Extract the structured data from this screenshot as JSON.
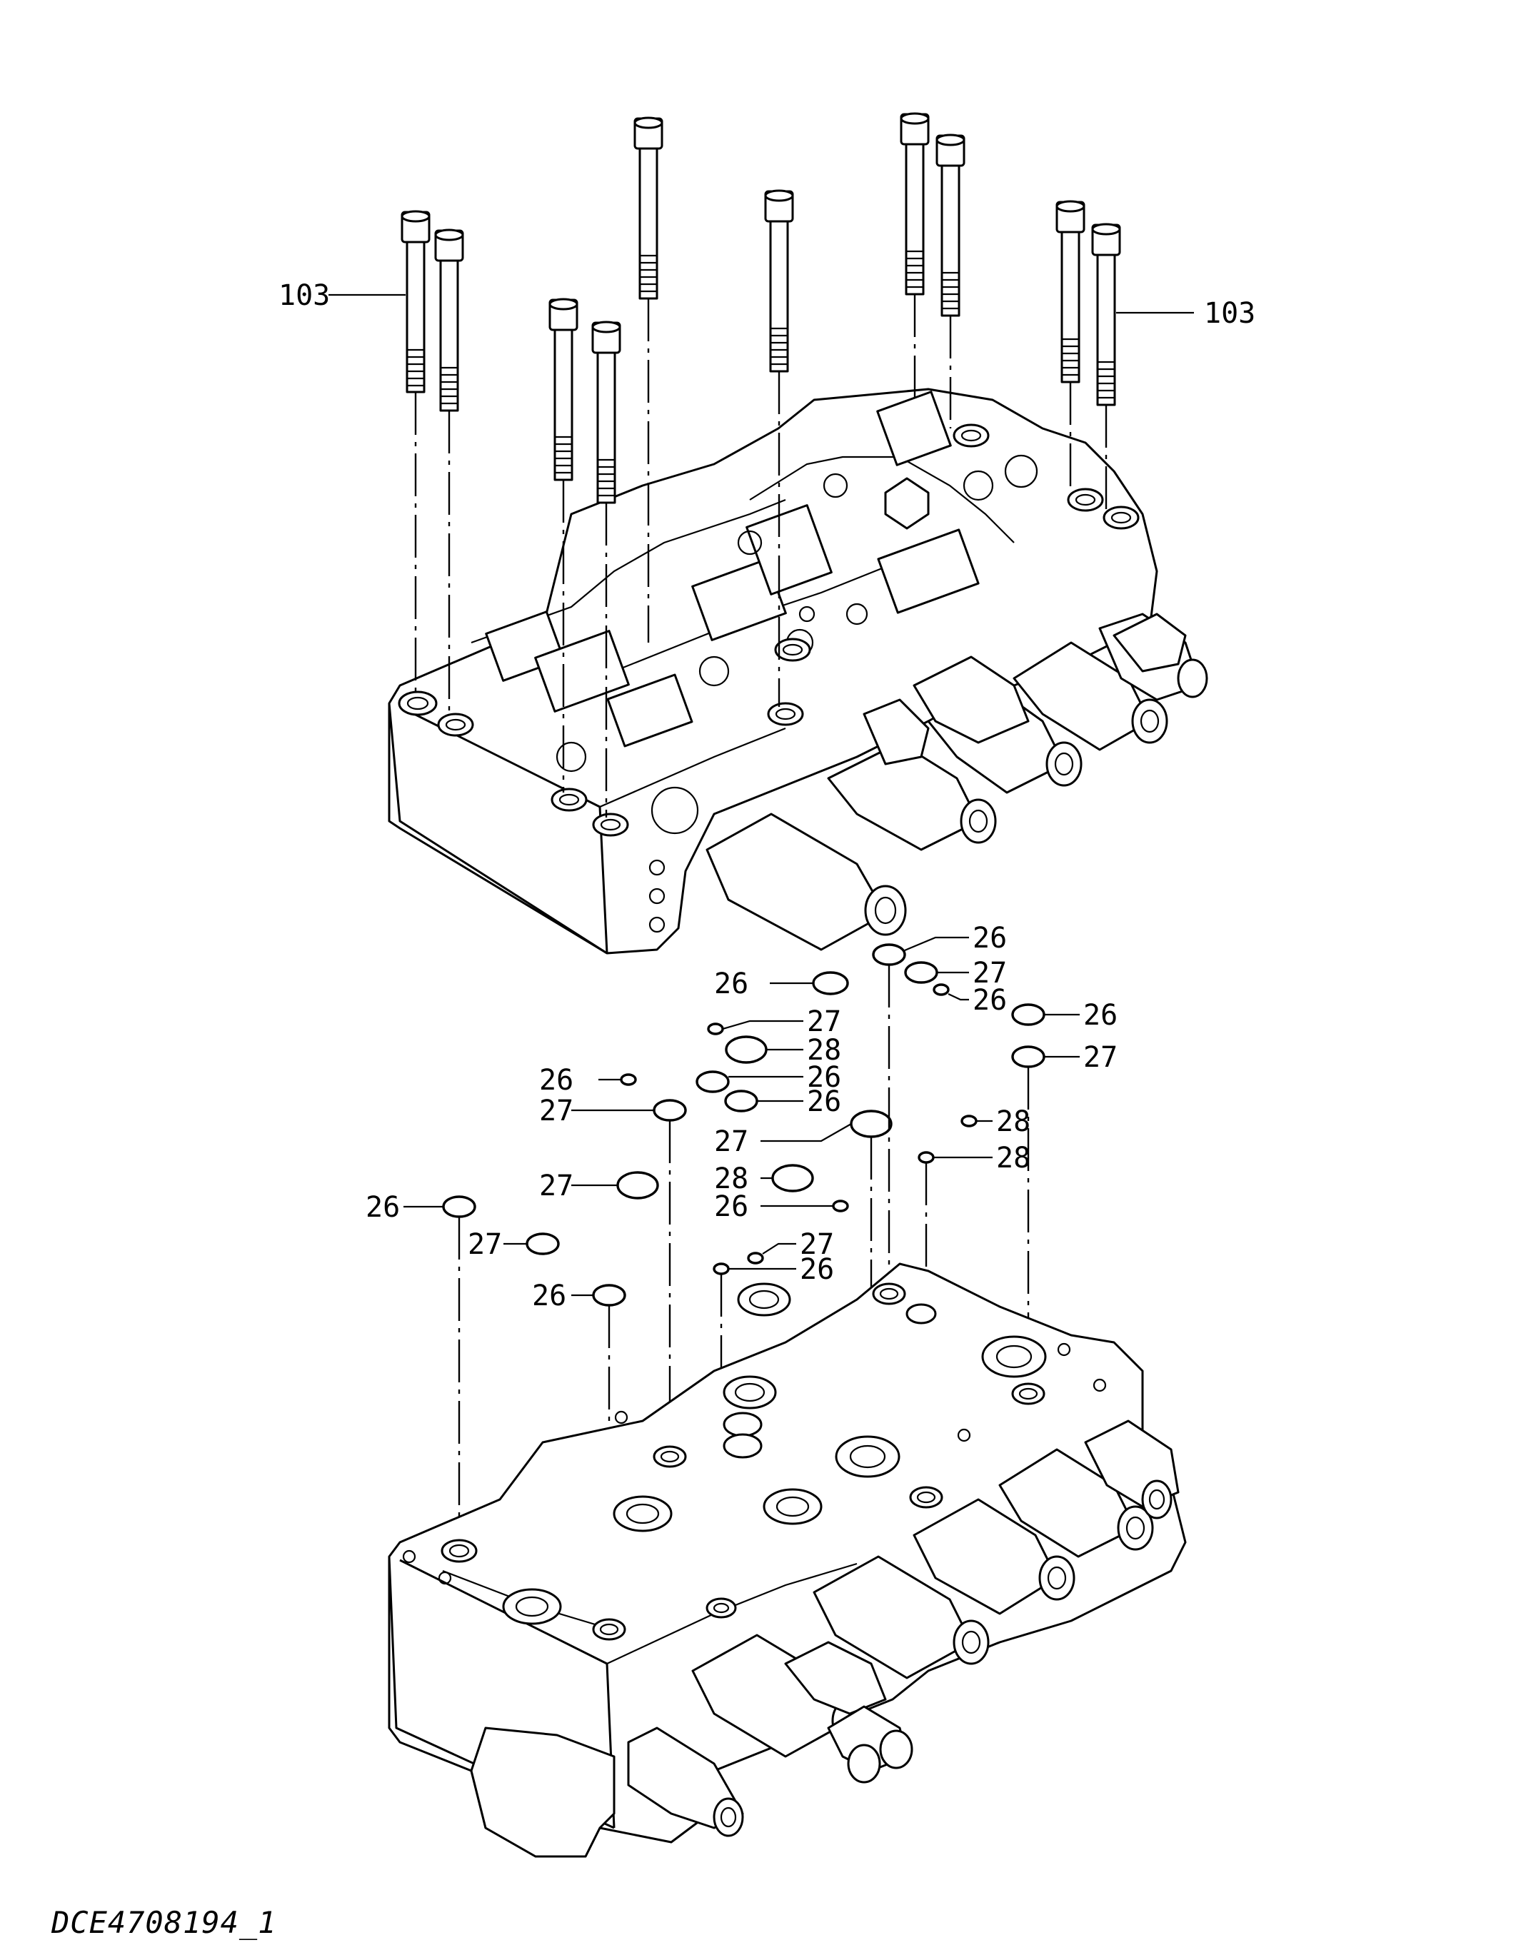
{
  "drawing_id": "DCE4708194_1",
  "callouts": {
    "bolt_left": "103",
    "bolt_right": "103",
    "o1": "26",
    "o2": "26",
    "o3": "27",
    "o4": "26",
    "o5": "26",
    "o6": "27",
    "o7": "28",
    "o8": "27",
    "o9": "26",
    "o10": "26",
    "o11": "26",
    "o12": "27",
    "o13": "28",
    "o14": "27",
    "o15": "28",
    "o16": "28",
    "o17": "27",
    "o18": "26",
    "o19": "26",
    "o20": "27",
    "o21": "27",
    "o22": "26"
  }
}
